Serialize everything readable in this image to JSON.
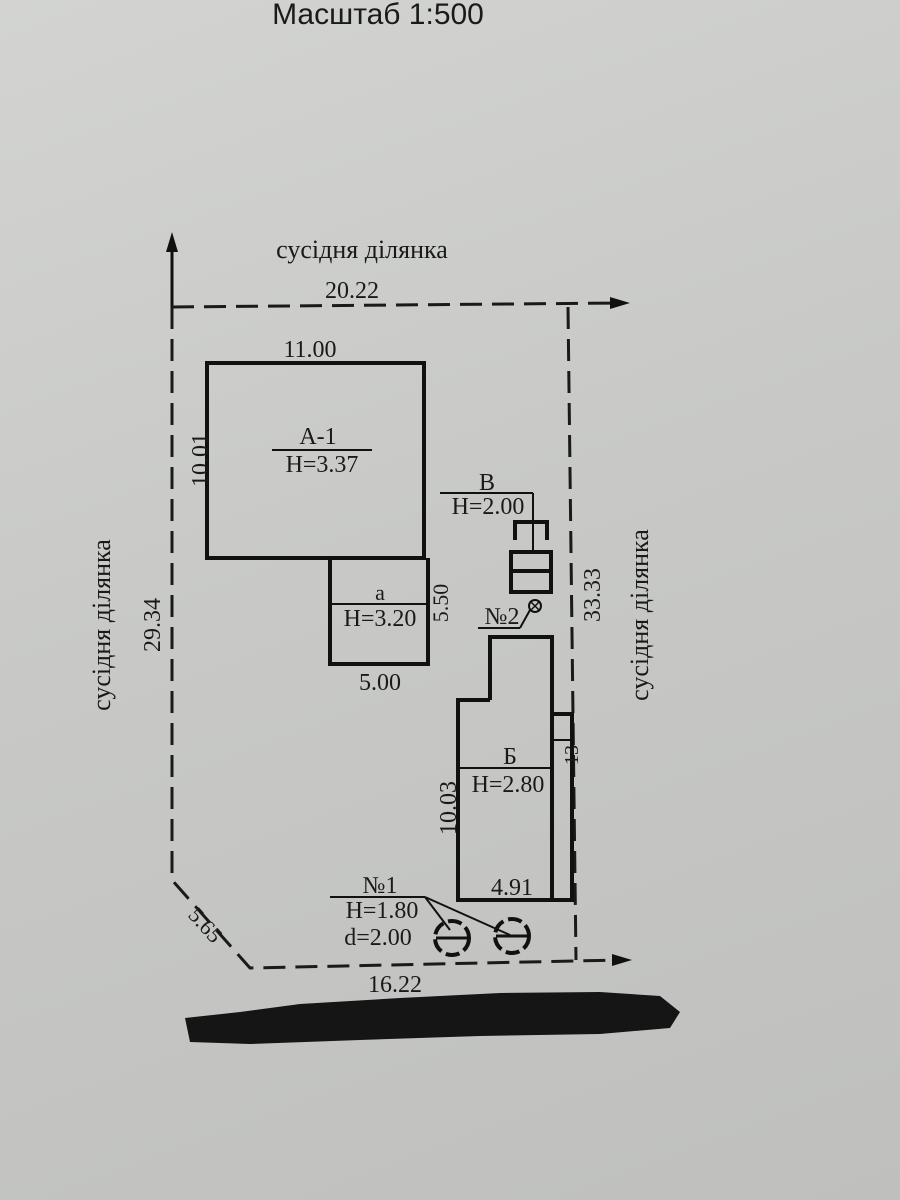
{
  "scale_title": "Масштаб 1:500",
  "neighbors": {
    "top": "сусідня ділянка",
    "left": "сусідня ділянка",
    "right": "сусідня ділянка"
  },
  "boundary": {
    "top": "20.22",
    "left": "29.34",
    "right": "33.33",
    "diagonal": "5.65",
    "bottom": "16.22"
  },
  "building_a1": {
    "name": "А-1",
    "height": "Н=3.37",
    "width": "11.00",
    "depth": "10.01"
  },
  "annex_a": {
    "name": "а",
    "height": "Н=3.20",
    "width": "5.00",
    "depth": "5.50"
  },
  "building_v": {
    "name": "В",
    "height": "Н=2.00"
  },
  "building_b": {
    "name": "Б",
    "height": "Н=2.80",
    "width": "4.91",
    "depth": "10.03",
    "side_mark": "13"
  },
  "item_no2": {
    "label": "№2"
  },
  "item_no1": {
    "label": "№1",
    "height": "Н=1.80",
    "diameter": "d=2.00"
  }
}
